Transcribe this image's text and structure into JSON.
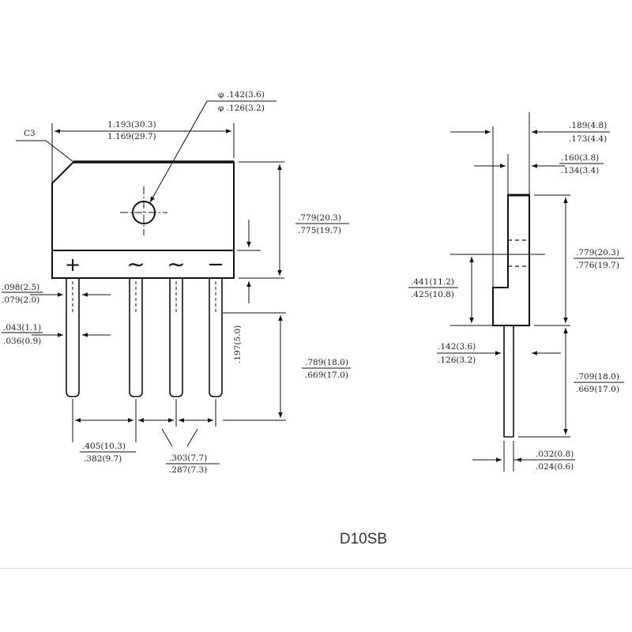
{
  "part_name": "D10SB",
  "front_view": {
    "chamfer_label": "C3",
    "body_width": [
      "1.193(30.3)",
      "1.169(29.7)"
    ],
    "hole_diameter": [
      "φ .142(3.6)",
      "φ .126(3.2)"
    ],
    "body_height": [
      ".779(20.3)",
      ".775(19.7)"
    ],
    "lead_width": [
      ".098(2.5)",
      ".079(2.0)"
    ],
    "lead_thickness": [
      ".043(1.1)",
      ".036(0.9)"
    ],
    "standoff": ".197(5.0)",
    "lead_length": [
      ".789(18.0)",
      ".669(17.0)"
    ],
    "pitch_wide": [
      ".405(10.3)",
      ".382(9.7)"
    ],
    "pitch_narrow": [
      ".303(7.7)",
      ".287(7.3)"
    ],
    "pin_marks": [
      "+",
      "∼",
      "∼",
      "−"
    ]
  },
  "side_view": {
    "overall_thickness": [
      ".189(4.8)",
      ".173(4.4)"
    ],
    "upper_thickness": [
      ".160(3.8)",
      ".134(3.4)"
    ],
    "body_height": [
      ".779(20.3)",
      ".776(19.7)"
    ],
    "lower_height": [
      ".441(11.2)",
      ".425(10.8)"
    ],
    "lead_offset": [
      ".142(3.6)",
      ".126(3.2)"
    ],
    "lead_length": [
      ".709(18.0)",
      ".669(17.0)"
    ],
    "lead_thickness": [
      ".032(0.8)",
      ".024(0.6)"
    ]
  }
}
